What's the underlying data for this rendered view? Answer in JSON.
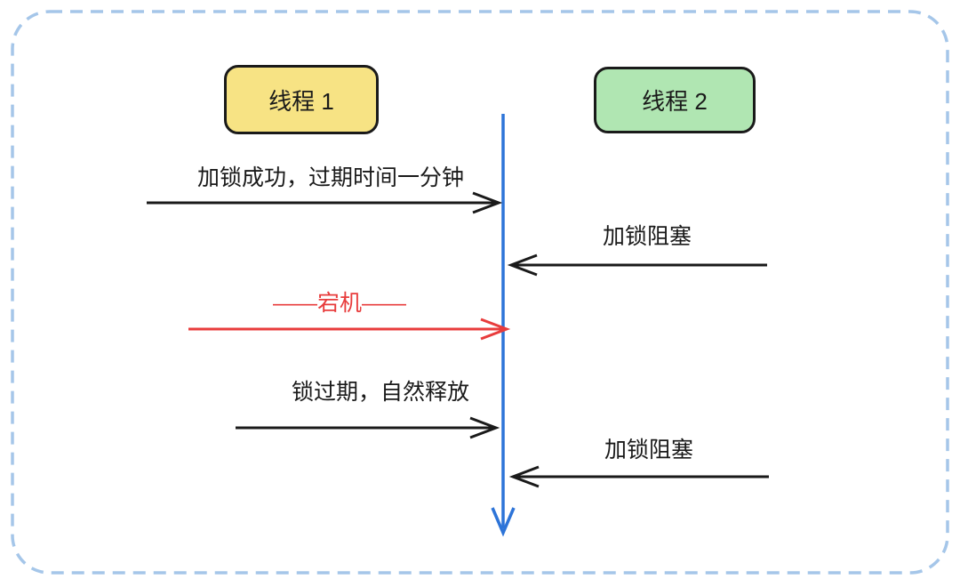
{
  "diagram": {
    "threads": [
      {
        "label": "线程 1",
        "fill": "#F7E384"
      },
      {
        "label": "线程 2",
        "fill": "#B0E6B2"
      }
    ],
    "messages": [
      {
        "label": "加锁成功，过期时间一分钟",
        "direction": "right",
        "color": "#1A1A1A"
      },
      {
        "label": "加锁阻塞",
        "direction": "left",
        "color": "#1A1A1A"
      },
      {
        "label": "——宕机——",
        "direction": "right",
        "color": "#E83C3C"
      },
      {
        "label": "锁过期，自然释放",
        "direction": "right",
        "color": "#1A1A1A"
      },
      {
        "label": "加锁阻塞",
        "direction": "left",
        "color": "#1A1A1A"
      }
    ],
    "colors": {
      "outer_border": "#A5C6E9",
      "timeline": "#2D74D8",
      "arrow": "#1A1A1A",
      "crash": "#E83C3C",
      "thread1_fill": "#F7E384",
      "thread2_fill": "#B0E6B2",
      "background": "#FFFFFF"
    }
  }
}
